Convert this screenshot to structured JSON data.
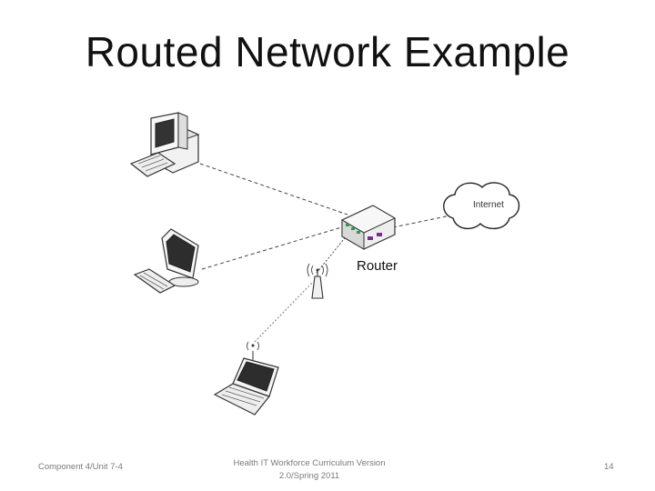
{
  "title": "Routed Network Example",
  "diagram": {
    "router_label": "Router",
    "cloud_label": "Internet"
  },
  "footer": {
    "left": "Component 4/Unit 7-4",
    "center_line1": "Health IT Workforce Curriculum Version",
    "center_line2": "2.0/Spring 2011",
    "page_number": "14"
  }
}
